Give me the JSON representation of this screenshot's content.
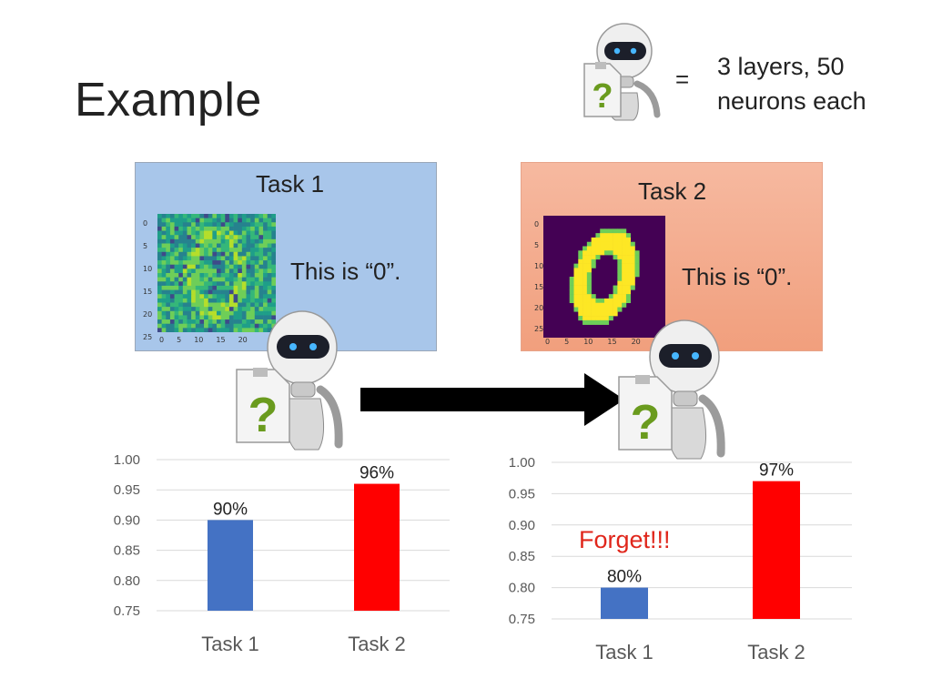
{
  "slide": {
    "title": "Example"
  },
  "legend": {
    "equals": "=",
    "line1": "3 layers, 50",
    "line2": "neurons each"
  },
  "task1": {
    "title": "Task 1",
    "caption": "This is “0”."
  },
  "task2": {
    "title": "Task 2",
    "caption": "This is “0”."
  },
  "axes_ticks": {
    "y": [
      "0",
      "5",
      "10",
      "15",
      "20",
      "25"
    ],
    "x": [
      "0",
      "5",
      "10",
      "15",
      "20"
    ]
  },
  "note": {
    "forget": "Forget!!!"
  },
  "colors": {
    "bar_task1": "#4472c4",
    "bar_task2": "#ff0000",
    "forget": "#e0261b"
  },
  "icons": [
    "robot-icon",
    "question-card-icon",
    "right-arrow-icon"
  ],
  "chart_data": [
    {
      "type": "bar",
      "categories": [
        "Task 1",
        "Task 2"
      ],
      "values": [
        0.9,
        0.96
      ],
      "data_labels": [
        "90%",
        "96%"
      ],
      "yticks": [
        "1.00",
        "0.95",
        "0.90",
        "0.85",
        "0.80",
        "0.75"
      ],
      "ylim": [
        0.75,
        1.0
      ],
      "grid": true
    },
    {
      "type": "bar",
      "categories": [
        "Task 1",
        "Task 2"
      ],
      "values": [
        0.8,
        0.97
      ],
      "data_labels": [
        "80%",
        "97%"
      ],
      "yticks": [
        "1.00",
        "0.95",
        "0.90",
        "0.85",
        "0.80",
        "0.75"
      ],
      "ylim": [
        0.75,
        1.0
      ],
      "grid": true
    }
  ]
}
